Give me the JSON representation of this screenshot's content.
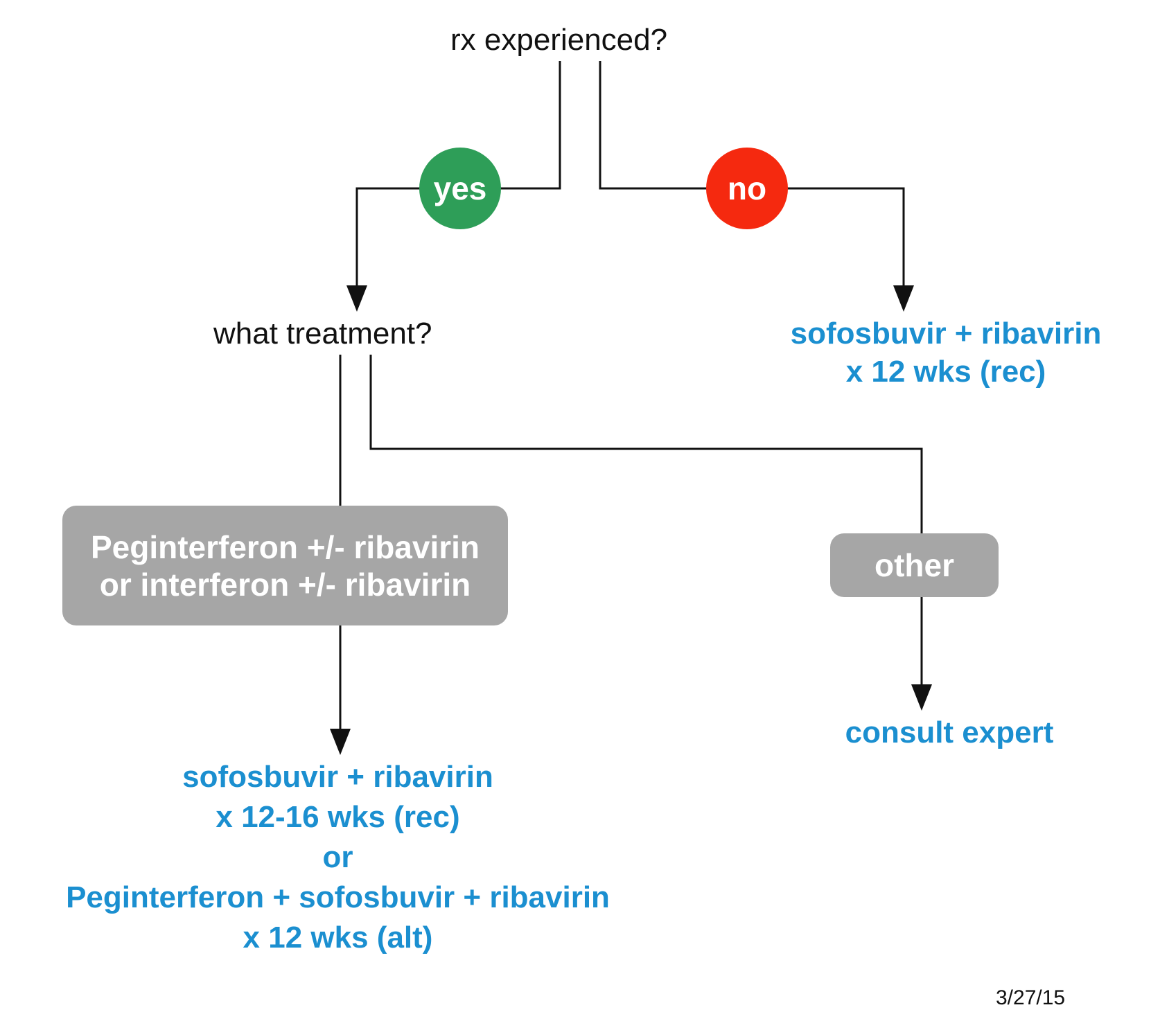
{
  "question_experienced": "rx experienced?",
  "answer_yes": "yes",
  "answer_no": "no",
  "question_treatment": "what treatment?",
  "box_interferon": {
    "line1": "Peginterferon +/- ribavirin",
    "line2": "or interferon +/- ribavirin"
  },
  "box_other": "other",
  "rec_naive": {
    "line1": "sofosbuvir + ribavirin",
    "line2": "x 12 wks (rec)"
  },
  "rec_interferon": {
    "line1": "sofosbuvir + ribavirin",
    "line2": "x 12-16 wks (rec)",
    "line3": "or",
    "line4": "Peginterferon + sofosbuvir + ribavirin",
    "line5": "x 12 wks (alt)"
  },
  "rec_other": "consult expert",
  "date": "3/27/15",
  "colors": {
    "yes": "#2e9e58",
    "no": "#f5290f",
    "box": "#a6a6a6",
    "recommendation": "#1b8fd0",
    "line": "#111111"
  }
}
